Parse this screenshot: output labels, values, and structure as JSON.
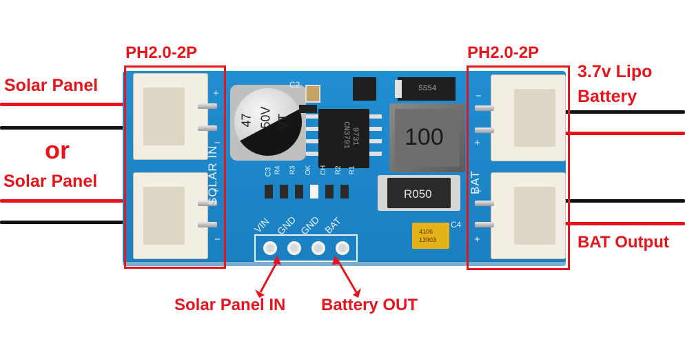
{
  "labels": {
    "left_connector_type": "PH2.0-2P",
    "right_connector_type": "PH2.0-2P",
    "solar_panel_top": "Solar Panel",
    "or": "or",
    "solar_panel_bottom": "Solar Panel",
    "battery_line1": "3.7v Lipo",
    "battery_line2": "Battery",
    "bat_output": "BAT Output",
    "solar_panel_in": "Solar Panel IN",
    "battery_out": "Battery OUT"
  },
  "board": {
    "capacitor_line1": "47",
    "capacitor_line2": "50V",
    "capacitor_line3": "VT",
    "inductor": "100",
    "resistor": "R050",
    "diode": "SS54",
    "ic_line1": "CN3791",
    "ic_line2": "9731",
    "tantalum_line1": "4106",
    "tantalum_line2": "13903",
    "silk_c2": "C2",
    "silk_c3": "C3",
    "silk_c4": "C4",
    "silk_solar_in": "SOLAR IN",
    "silk_bat": "BAT",
    "row_labels": [
      "R4",
      "R3",
      "OK",
      "CH",
      "R2",
      "R1"
    ],
    "header_pins": [
      "VIN",
      "GND",
      "GND",
      "BAT"
    ],
    "polarity_left": [
      "+",
      "−",
      "+",
      "−"
    ],
    "polarity_right": [
      "−",
      "+",
      "−",
      "+"
    ]
  },
  "colors": {
    "annotation": "#e8141b",
    "pcb": "#1b7fc1",
    "wire_red": "#e8141b",
    "wire_black": "#111111"
  }
}
